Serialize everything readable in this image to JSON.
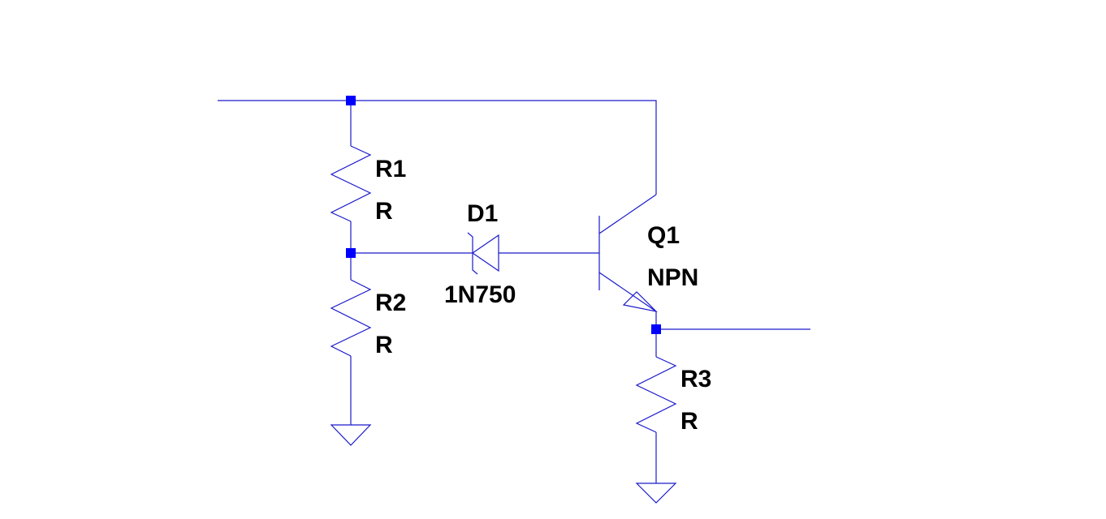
{
  "colors": {
    "wire": "#1a1acc",
    "junction": "#0000ff",
    "label": "#000000"
  },
  "components": {
    "r1": {
      "ref": "R1",
      "value": "R"
    },
    "r2": {
      "ref": "R2",
      "value": "R"
    },
    "r3": {
      "ref": "R3",
      "value": "R"
    },
    "d1": {
      "ref": "D1",
      "value": "1N750"
    },
    "q1": {
      "ref": "Q1",
      "value": "NPN"
    }
  }
}
